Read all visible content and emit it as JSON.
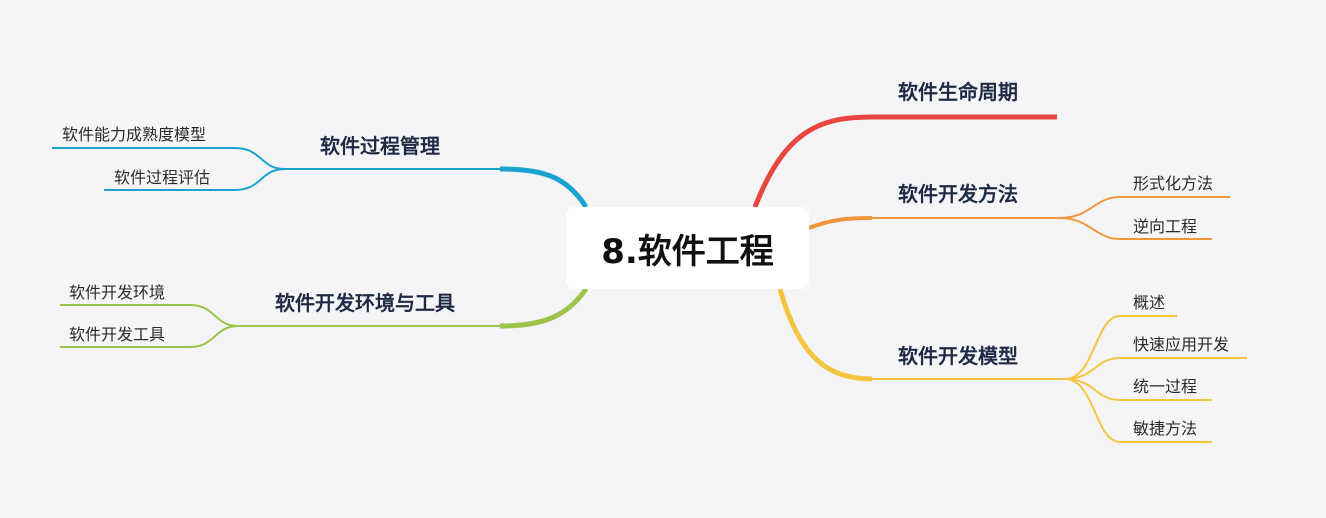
{
  "root": {
    "label": "8.软件工程"
  },
  "branches": [
    {
      "label": "软件生命周期",
      "color": "#e8473f",
      "children": []
    },
    {
      "label": "软件开发方法",
      "color": "#f0953a",
      "children": [
        "形式化方法",
        "逆向工程"
      ]
    },
    {
      "label": "软件开发模型",
      "color": "#f5c542",
      "children": [
        "概述",
        "快速应用开发",
        "统一过程",
        "敏捷方法"
      ]
    },
    {
      "label": "软件过程管理",
      "color": "#1aa3cf",
      "children": [
        "软件能力成熟度模型",
        "软件过程评估"
      ]
    },
    {
      "label": "软件开发环境与工具",
      "color": "#9bc44a",
      "children": [
        "软件开发环境",
        "软件开发工具"
      ]
    }
  ]
}
